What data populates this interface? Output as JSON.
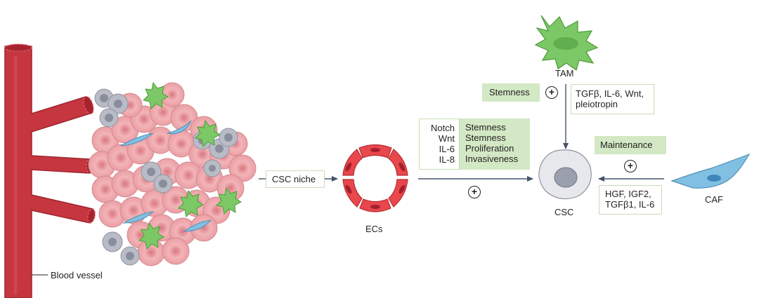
{
  "labels": {
    "blood_vessel": "Blood vessel",
    "csc_niche": "CSC niche",
    "ecs": "ECs",
    "tam": "TAM",
    "csc": "CSC",
    "caf": "CAF"
  },
  "ec_factors": [
    "Notch",
    "Wnt",
    "IL-6",
    "IL-8"
  ],
  "ec_effects": [
    "Stemness",
    "Stemness",
    "Proliferation",
    "Invasiveness"
  ],
  "tam_effect": "Stemness",
  "tam_factors": [
    "TGFβ, IL-6, Wnt,",
    "pleiotropin"
  ],
  "caf_effect": "Maintenance",
  "caf_factors": [
    "HGF, IGF2,",
    "TGFβ1, IL-6"
  ],
  "plus_symbol": "+",
  "colors": {
    "vessel": "#c5363f",
    "tumor_cell": "#eea8ac",
    "csc_cell": "#b9bcc6",
    "macrophage": "#7cc866",
    "fibroblast": "#82c0e3",
    "endothelial": "#e8474c",
    "label_box": "#d3e8c4",
    "arrow": "#44546a"
  }
}
